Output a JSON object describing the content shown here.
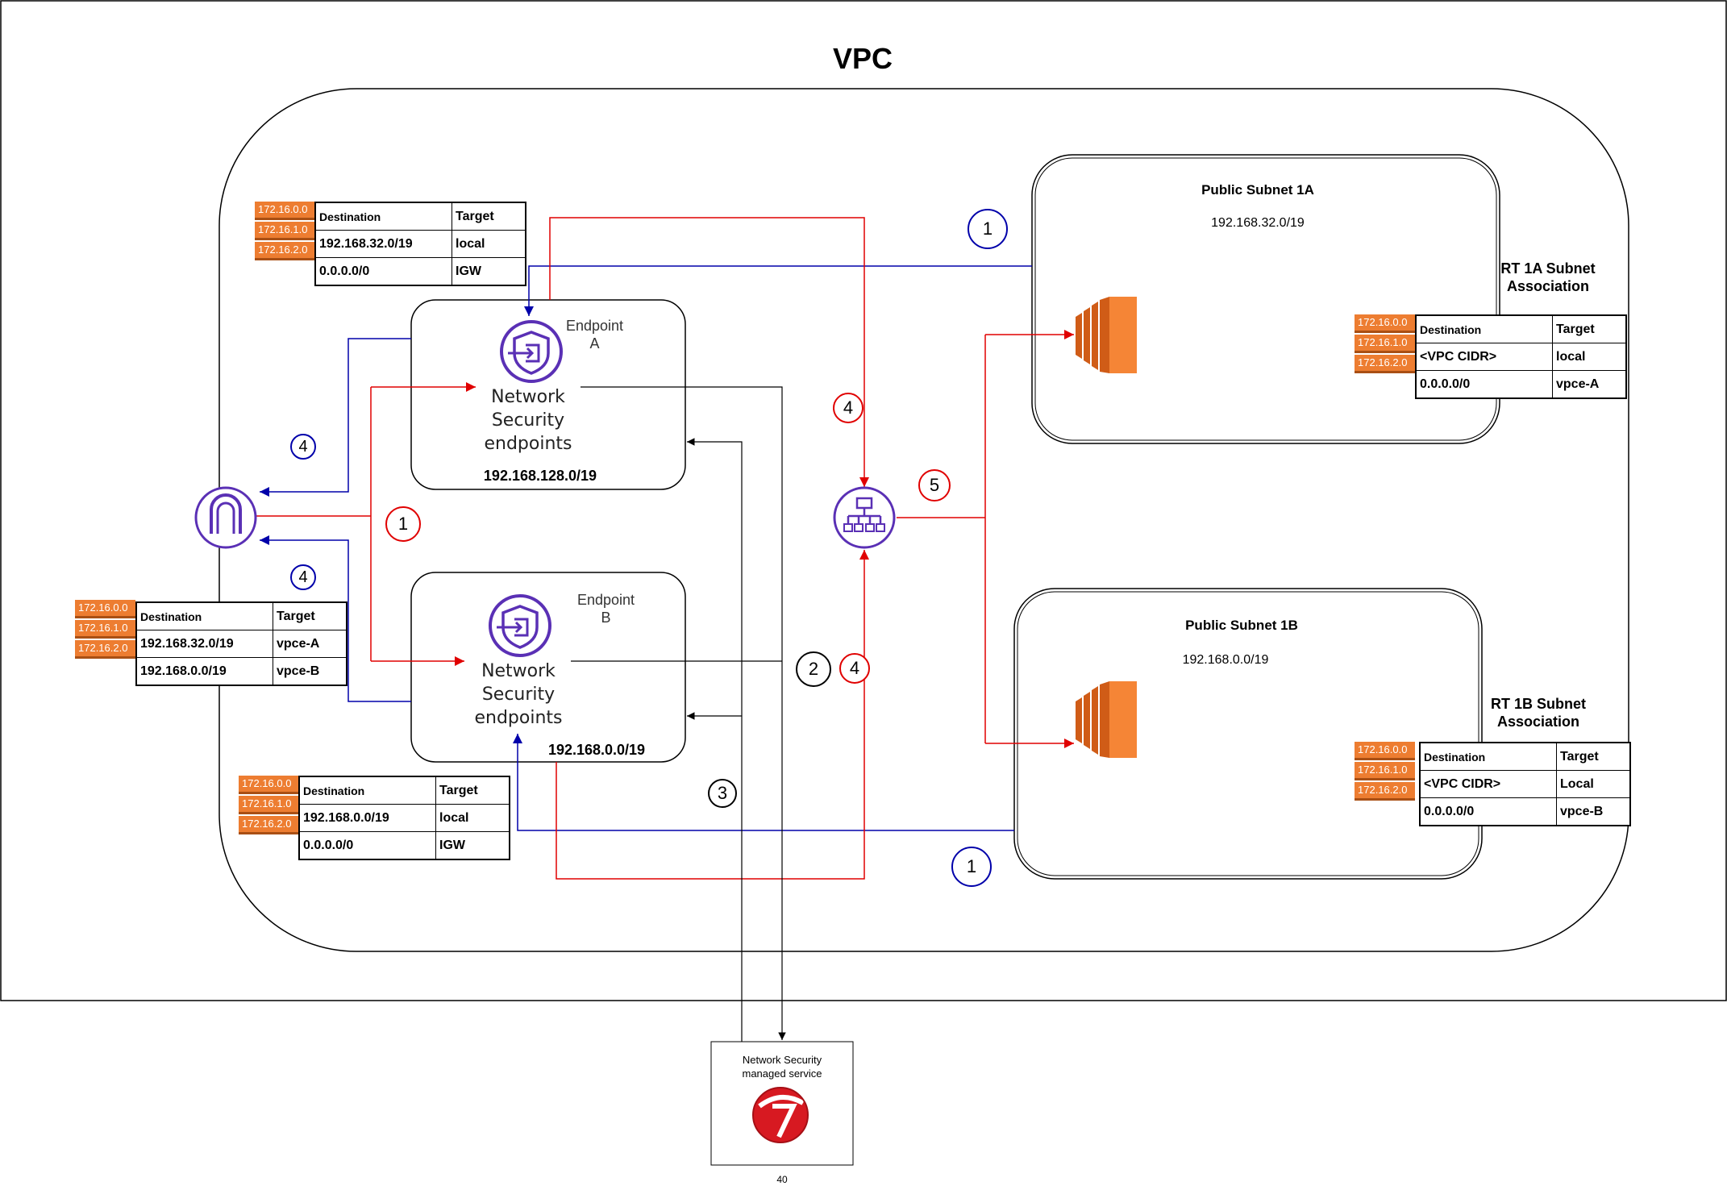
{
  "title": "VPC",
  "public_subnet_1a": {
    "title": "Public Subnet 1A",
    "cidr": "192.168.32.0/19"
  },
  "public_subnet_1b": {
    "title": "Public Subnet 1B",
    "cidr": "192.168.0.0/19"
  },
  "endpoint_a": {
    "label": "Endpoint\nA",
    "service": "Network\nSecurity\nendpoints",
    "cidr": "192.168.128.0/19"
  },
  "endpoint_b": {
    "label": "Endpoint\nB",
    "service": "Network\nSecurity\nendpoints",
    "cidr": "192.168.0.0/19"
  },
  "rt_1a_assoc": "RT 1A Subnet\nAssociation",
  "rt_1b_assoc": "RT 1B Subnet\nAssociation",
  "route_tags": [
    "172.16.0.0",
    "172.16.1.0",
    "172.16.2.0"
  ],
  "route_tables": {
    "endpoint_a_rt": {
      "header": [
        "Destination",
        "Target"
      ],
      "rows": [
        [
          "192.168.32.0/19",
          "local"
        ],
        [
          "0.0.0.0/0",
          "IGW"
        ]
      ]
    },
    "endpoint_b_rt": {
      "header": [
        "Destination",
        "Target"
      ],
      "rows": [
        [
          "192.168.0.0/19",
          "local"
        ],
        [
          "0.0.0.0/0",
          "IGW"
        ]
      ]
    },
    "igw_rt": {
      "header": [
        "Destination",
        "Target"
      ],
      "rows": [
        [
          "192.168.32.0/19",
          "vpce-A"
        ],
        [
          "192.168.0.0/19",
          "vpce-B"
        ]
      ]
    },
    "rt_1a": {
      "header": [
        "Destination",
        "Target"
      ],
      "rows": [
        [
          "<VPC CIDR>",
          "local"
        ],
        [
          "0.0.0.0/0",
          "vpce-A"
        ]
      ]
    },
    "rt_1b": {
      "header": [
        "Destination",
        "Target"
      ],
      "rows": [
        [
          "<VPC CIDR>",
          "Local"
        ],
        [
          "0.0.0.0/0",
          "vpce-B"
        ]
      ]
    }
  },
  "steps": {
    "s1": "1",
    "s2": "2",
    "s3": "3",
    "s4": "4",
    "s5": "5"
  },
  "managed_service": {
    "label": "Network Security\nmanaged service",
    "icon": "trend-micro-logo-icon"
  },
  "footer": "40",
  "colors": {
    "blue_flow": "#0000AA",
    "red_flow": "#E00000",
    "black_flow": "#000000",
    "aws_orange": "#ED7D31",
    "aws_purple": "#5A30B5"
  }
}
